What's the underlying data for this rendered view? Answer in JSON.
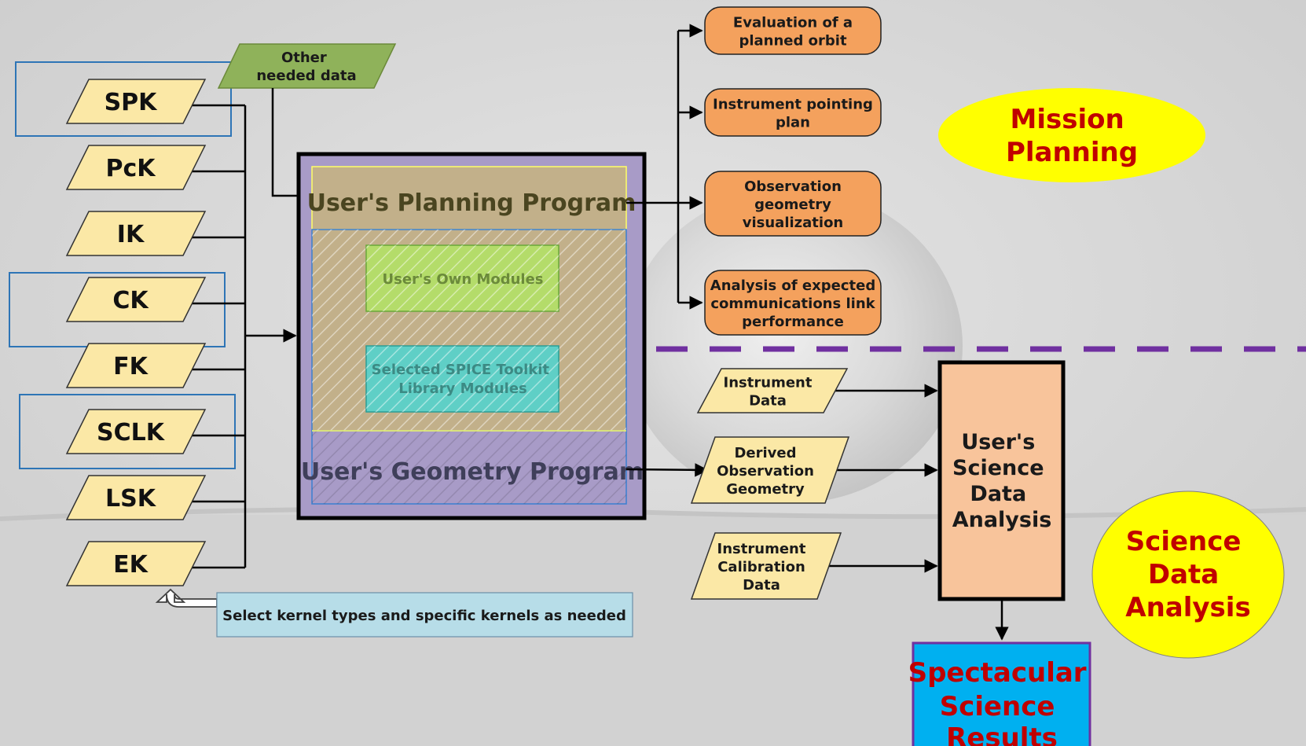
{
  "kernels": [
    "SPK",
    "PcK",
    "IK",
    "CK",
    "FK",
    "SCLK",
    "LSK",
    "EK"
  ],
  "other_data": [
    "Other",
    "needed data"
  ],
  "programs": {
    "planning": "User's Planning Program",
    "own_modules": "User's Own Modules",
    "spice_modules": [
      "Selected SPICE Toolkit",
      "Library Modules"
    ],
    "geometry": "User's Geometry Program"
  },
  "outputs": [
    [
      "Evaluation of a",
      "planned orbit"
    ],
    [
      "Instrument pointing",
      "plan"
    ],
    [
      "Observation",
      "geometry",
      "visualization"
    ],
    [
      "Analysis of expected",
      "communications link",
      "performance"
    ]
  ],
  "science_inputs": [
    [
      "Instrument",
      "Data"
    ],
    [
      "Derived",
      "Observation",
      "Geometry"
    ],
    [
      "Instrument",
      "Calibration",
      "Data"
    ]
  ],
  "analysis": [
    "User's",
    "Science",
    "Data",
    "Analysis"
  ],
  "results": [
    "Spectacular",
    "Science",
    "Results"
  ],
  "mission_planning": [
    "Mission",
    "Planning"
  ],
  "science_data_analysis": [
    "Science",
    "Data",
    "Analysis"
  ],
  "note": "Select kernel types and specific kernels as needed",
  "colors": {
    "kernel_fill": "#fbe8a6",
    "other_fill": "#8fb25a",
    "output_fill": "#f4a15d",
    "planning_band": "#c2b08a",
    "geometry_band": "#a89bc7",
    "outer_box": "#a89bc7",
    "own_modules": "#b4dc6a",
    "spice_modules": "#5fcfc6",
    "analysis_fill": "#f8c49b",
    "results_fill": "#00b0f0",
    "ellipse_fill": "#ffff00",
    "label_red": "#c00000",
    "dash_purple": "#7030a0",
    "note_fill": "#b7dde8",
    "blue_outline": "#2e75b6"
  }
}
